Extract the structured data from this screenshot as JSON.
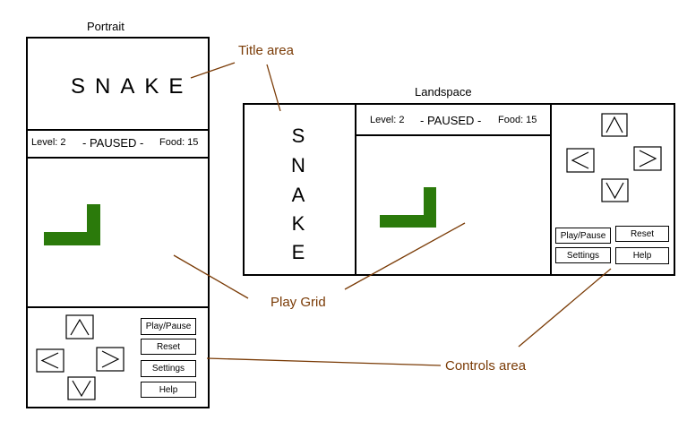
{
  "portrait": {
    "caption": "Portrait",
    "title": "SNAKE",
    "status": {
      "level": "Level: 2",
      "state": "- PAUSED -",
      "food": "Food: 15"
    },
    "buttons": {
      "play_pause": "Play/Pause",
      "reset": "Reset",
      "settings": "Settings",
      "help": "Help"
    }
  },
  "landscape": {
    "caption": "Landspace",
    "title_letters": [
      "S",
      "N",
      "A",
      "K",
      "E"
    ],
    "status": {
      "level": "Level: 2",
      "state": "- PAUSED -",
      "food": "Food: 15"
    },
    "buttons": {
      "play_pause": "Play/Pause",
      "reset": "Reset",
      "settings": "Settings",
      "help": "Help"
    }
  },
  "annotations": {
    "title_area": "Title area",
    "play_grid": "Play Grid",
    "controls_area": "Controls area"
  },
  "colors": {
    "snake": "#2b7a0b",
    "annotation": "#7a3b06",
    "outline": "#000000"
  }
}
